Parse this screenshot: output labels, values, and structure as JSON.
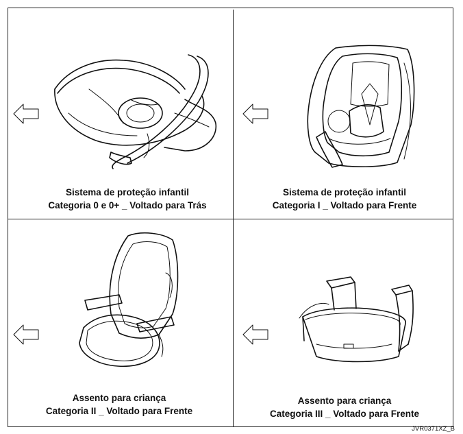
{
  "panels": [
    {
      "id": "cat0",
      "line1": "Sistema de proteção infantil",
      "line2": "Categoria 0 e 0+ _ Voltado para Trás",
      "arrow_icon": "left-arrow-icon",
      "illustration_icon": "infant-carrier-icon"
    },
    {
      "id": "cat1",
      "line1": "Sistema de proteção infantil",
      "line2": "Categoria I _ Voltado para Frente",
      "arrow_icon": "left-arrow-icon",
      "illustration_icon": "toddler-seat-icon"
    },
    {
      "id": "cat2",
      "line1": "Assento para criança",
      "line2": "Categoria II _ Voltado para Frente",
      "arrow_icon": "left-arrow-icon",
      "illustration_icon": "high-back-booster-icon"
    },
    {
      "id": "cat3",
      "line1": "Assento para criança",
      "line2": "Categoria III _ Voltado para Frente",
      "arrow_icon": "left-arrow-icon",
      "illustration_icon": "booster-cushion-icon"
    }
  ],
  "reference_code": "JVR0371XZ_B"
}
